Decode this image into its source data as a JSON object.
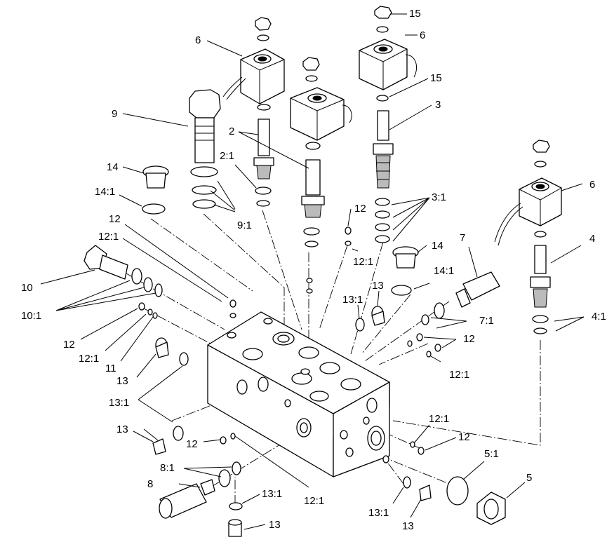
{
  "diagram": {
    "labels": {
      "l15a": "15",
      "l6a": "6",
      "l6b": "6",
      "l15b": "15",
      "l3": "3",
      "l9": "9",
      "l2": "2",
      "l2_1": "2:1",
      "l14": "14",
      "l14_1": "14:1",
      "l9_1": "9:1",
      "l12a": "12",
      "l3_1": "3:1",
      "l6c": "6",
      "l12b": "12",
      "l12_1a": "12:1",
      "l12_1b": "12:1",
      "l14b": "14",
      "l7": "7",
      "l4": "4",
      "l10": "10",
      "l14_1b": "14:1",
      "l13a": "13",
      "l13_1a": "13:1",
      "l10_1": "10:1",
      "l7_1": "7:1",
      "l4_1": "4:1",
      "l12c": "12",
      "l12_1c": "12:1",
      "l11": "11",
      "l12d": "12",
      "l13b": "13",
      "l12_1d": "12:1",
      "l13_1b": "13:1",
      "l12_1e": "12:1",
      "l13c": "13",
      "l12e": "12",
      "l12f": "12",
      "l8_1": "8:1",
      "l5_1": "5:1",
      "l5": "5",
      "l8": "8",
      "l13_1c": "13:1",
      "l12_1f": "12:1",
      "l13_1d": "13:1",
      "l13d": "13",
      "l13e": "13"
    }
  }
}
